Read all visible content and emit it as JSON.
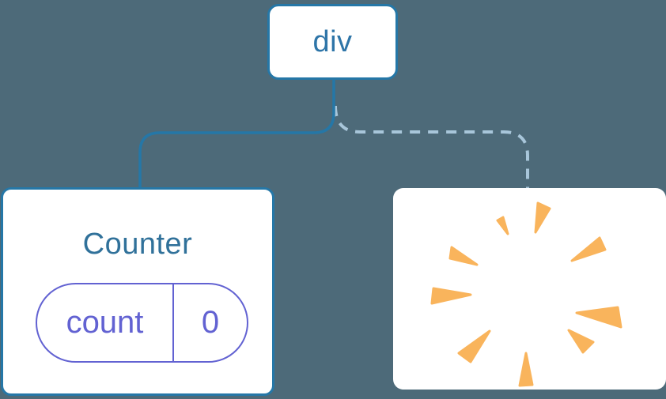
{
  "diagram": {
    "description": "component tree",
    "root": {
      "label": "div"
    },
    "counter_card": {
      "title": "Counter",
      "state": {
        "key": "count",
        "value": "0"
      }
    },
    "removed_card": {
      "icon": "poof-burst-icon",
      "ray_count": 9
    },
    "edges": [
      {
        "from": "div",
        "to": "Counter",
        "style": "solid"
      },
      {
        "from": "div",
        "to": "removed",
        "style": "dashed"
      }
    ]
  },
  "colors": {
    "background": "#4d6a79",
    "card_fill": "#ffffff",
    "edge_solid": "#2577a7",
    "edge_dashed": "#a8c6da",
    "root_text": "#2e75a8",
    "title_text": "#30719a",
    "state_purple": "#6262d2",
    "burst_orange": "#f9b45c"
  }
}
